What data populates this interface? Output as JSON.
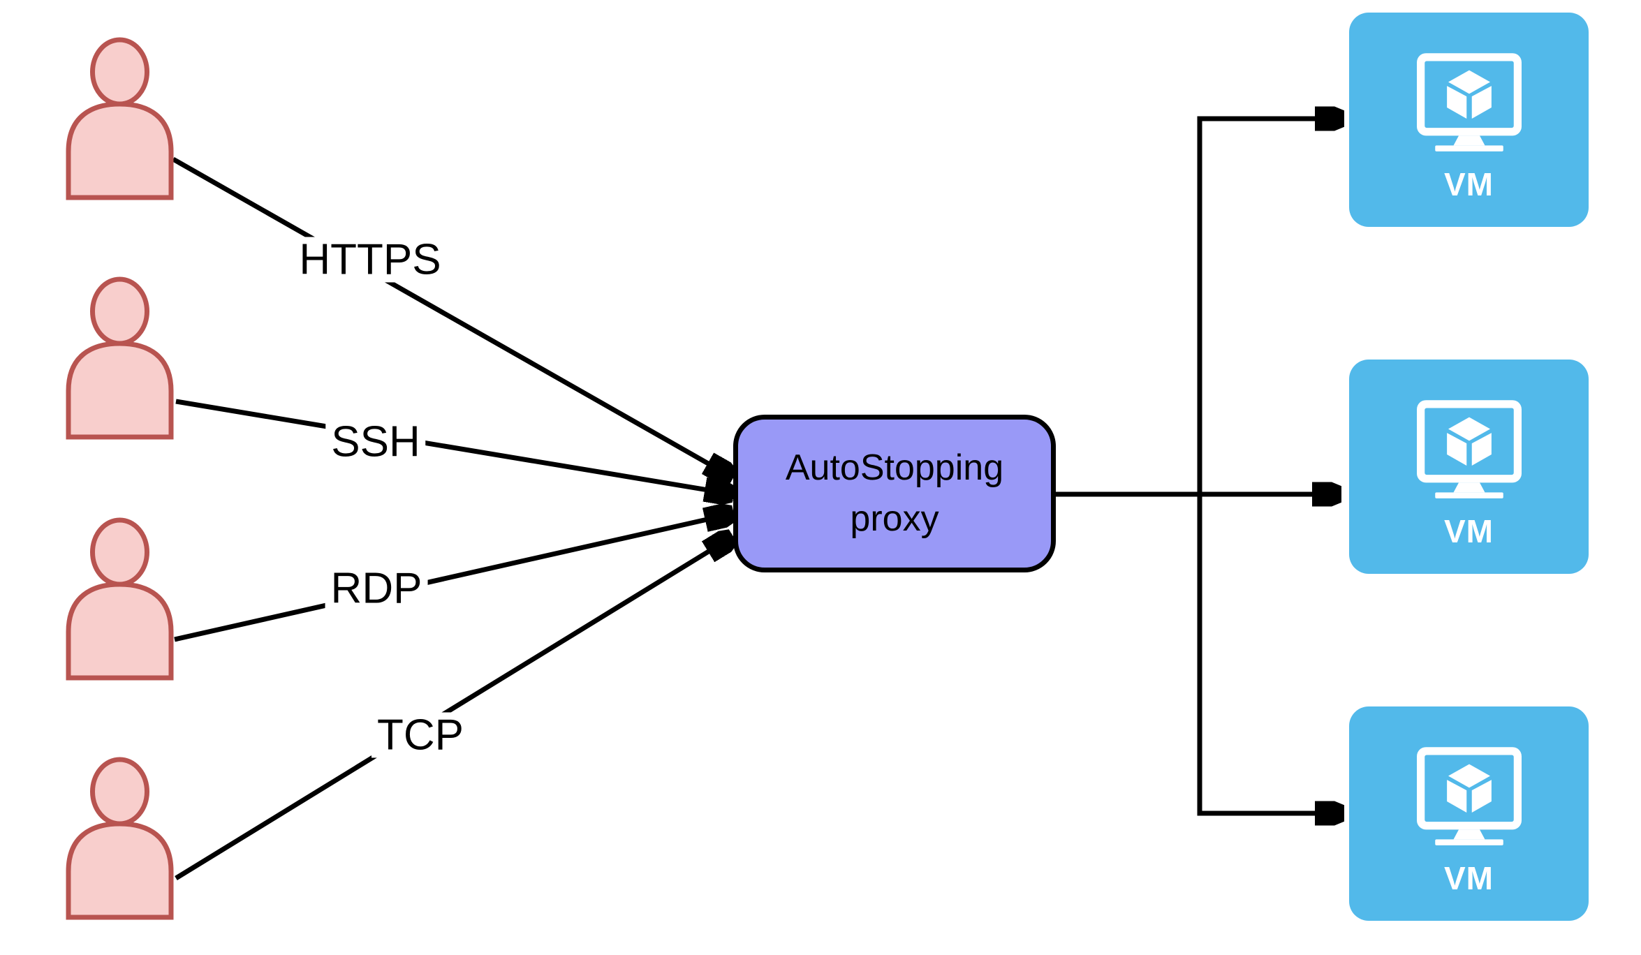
{
  "colors": {
    "canvas-bg": "#ffffff",
    "user-fill": "#F8CECC",
    "user-stroke": "#B85450",
    "proxy-fill": "#9999F7",
    "proxy-stroke": "#000000",
    "vm-fill": "#52B9EA",
    "vm-icon": "#ffffff",
    "line-color": "#000000",
    "label-color": "#000000"
  },
  "edge_labels": {
    "https": "HTTPS",
    "ssh": "SSH",
    "rdp": "RDP",
    "tcp": "TCP"
  },
  "proxy": {
    "line1": "AutoStopping",
    "line2": "proxy"
  },
  "vms": [
    {
      "label": "VM"
    },
    {
      "label": "VM"
    },
    {
      "label": "VM"
    }
  ]
}
